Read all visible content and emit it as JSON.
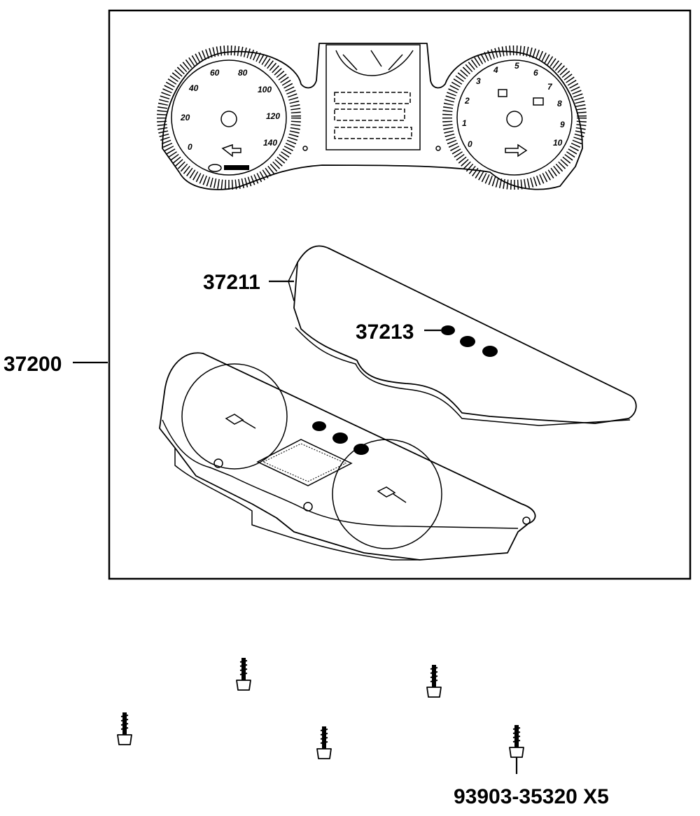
{
  "labels": {
    "assembly": "37200",
    "lens": "37211",
    "button": "37213",
    "screw": "93903-35320 X5"
  },
  "icons": {
    "speedometer": "speedometer-gauge-icon",
    "tachometer": "tachometer-gauge-icon",
    "screw": "screw-icon"
  }
}
